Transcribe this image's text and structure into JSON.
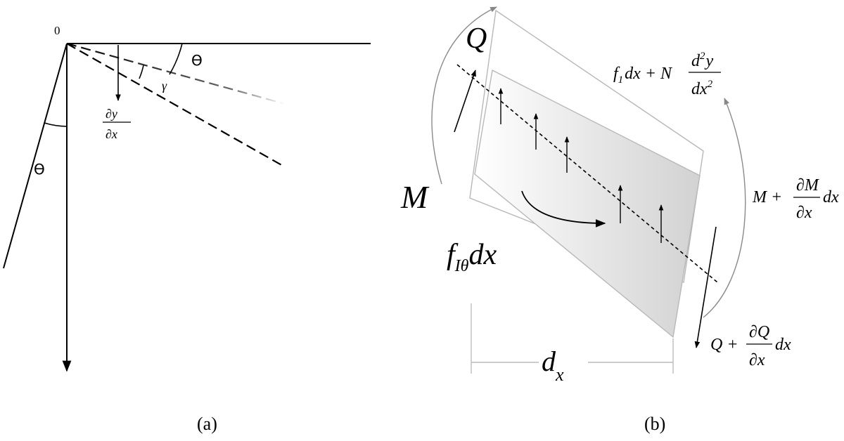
{
  "figure_a": {
    "origin_label": "0",
    "theta_top": "ϴ",
    "theta_left": "ϴ",
    "gamma": "γ",
    "dydx_num": "∂y",
    "dydx_den": "∂x",
    "caption": "(a)"
  },
  "figure_b": {
    "q_top": "Q",
    "m_left": "M",
    "load_f1": "f",
    "load_f1_sub": "1",
    "load_dx_plus_n": "dx + N",
    "load_num_d": "d",
    "load_num_sup": "2",
    "load_num_y": "y",
    "load_den_dx": "dx",
    "load_den_sup": "2",
    "m_right_prefix": "M +",
    "m_right_num": "∂M",
    "m_right_den": "∂x",
    "m_right_suffix": "dx",
    "inertia_f": "f",
    "inertia_sub": "Iθ",
    "inertia_dx": "dx",
    "q_bottom_prefix": "Q +",
    "q_bottom_num": "∂Q",
    "q_bottom_den": "∂x",
    "q_bottom_suffix": "dx",
    "dx_d": "d",
    "dx_sub": "x",
    "caption": "(b)"
  }
}
